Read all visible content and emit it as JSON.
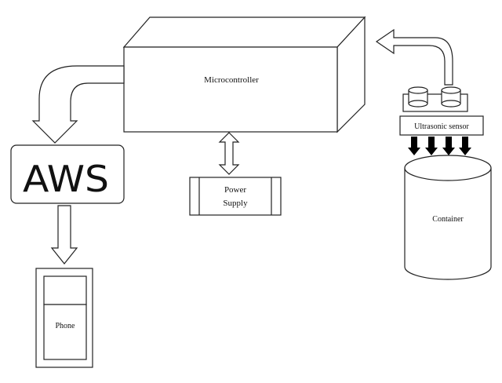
{
  "diagram": {
    "microcontroller": {
      "label": "Microcontroller"
    },
    "power_supply": {
      "line1": "Power",
      "line2": "Supply"
    },
    "aws": {
      "label": "AWS"
    },
    "phone": {
      "label": "Phone"
    },
    "ultrasonic_sensor": {
      "label": "Ultrasonic sensor"
    },
    "container": {
      "label": "Container"
    }
  },
  "colors": {
    "stroke": "#222222",
    "fill": "#ffffff",
    "ink": "#000000"
  }
}
